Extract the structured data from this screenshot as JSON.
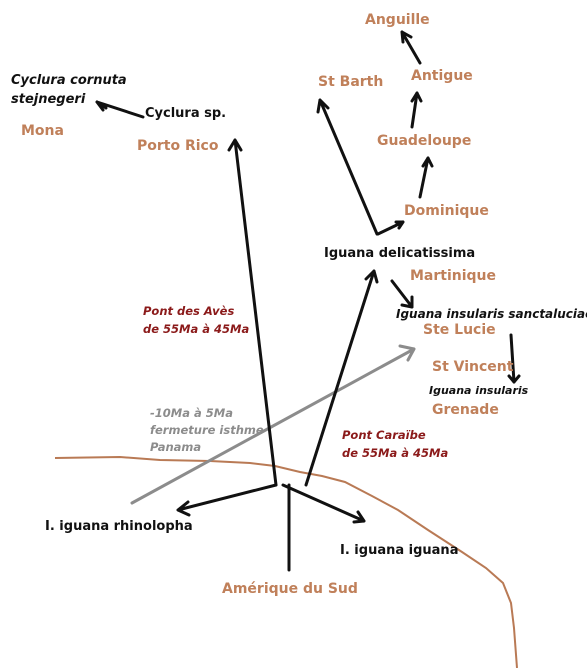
{
  "places": {
    "anguille": "Anguille",
    "antigue": "Antigue",
    "st_barth": "St Barth",
    "guadeloupe": "Guadeloupe",
    "dominique": "Dominique",
    "martinique": "Martinique",
    "ste_lucie": "Ste Lucie",
    "st_vincent": "St Vincent",
    "grenade": "Grenade",
    "mona": "Mona",
    "porto_rico": "Porto Rico",
    "amerique_du_sud": "Amérique du Sud"
  },
  "taxa": {
    "cyclura_cornuta_line1": "Cyclura cornuta",
    "cyclura_cornuta_line2": "stejnegeri",
    "cyclura_sp": "Cyclura sp.",
    "iguana_delicatissima": "Iguana delicatissima",
    "iguana_insularis_sanctaluciae": "Iguana insularis sanctaluciae",
    "iguana_insularis": "Iguana insularis",
    "rhinolopha": "I. iguana rhinolopha",
    "iguana_iguana": "I. iguana iguana"
  },
  "annotations": {
    "aves_line1": "Pont des Avès",
    "aves_line2": "de 55Ma à 45Ma",
    "caraibe_line1": "Pont Caraïbe",
    "caraibe_line2": "de 55Ma à 45Ma",
    "isthme_line1": "-10Ma à 5Ma",
    "isthme_line2": "fermeture isthme",
    "isthme_line3": "Panama"
  },
  "colors": {
    "place": "#c0805a",
    "coast": "#b97a55",
    "bridge": "#8b1a1a",
    "isthmus": "#8c8c8c",
    "arrow": "#111111"
  }
}
